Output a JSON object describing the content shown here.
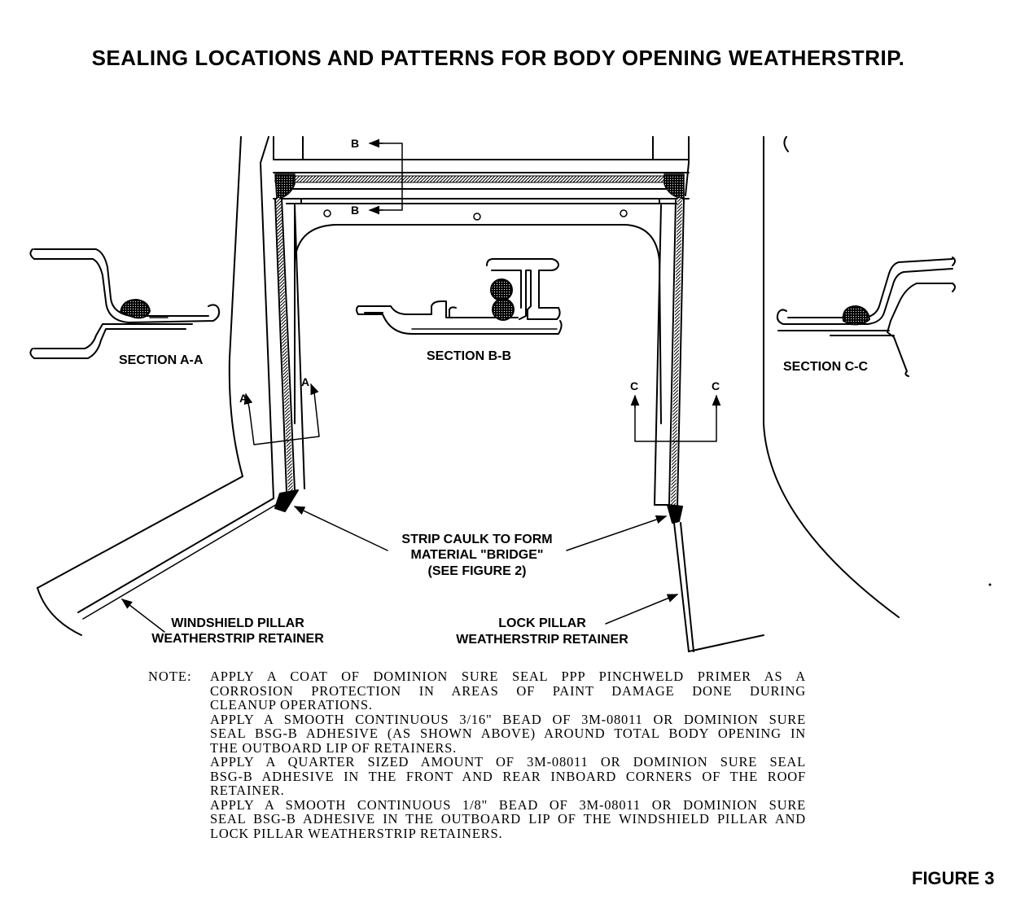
{
  "title": "SEALING LOCATIONS AND PATTERNS FOR BODY OPENING WEATHERSTRIP.",
  "labels": {
    "section_aa": "SECTION A-A",
    "section_bb": "SECTION B-B",
    "section_cc": "SECTION C-C",
    "marker_a": "A",
    "marker_b": "B",
    "marker_c": "C",
    "caulk_line1": "STRIP CAULK TO FORM",
    "caulk_line2": "MATERIAL \"BRIDGE\"",
    "caulk_line3": "(SEE FIGURE 2)",
    "windshield_line1": "WINDSHIELD PILLAR",
    "windshield_line2": "WEATHERSTRIP RETAINER",
    "lock_line1": "LOCK PILLAR",
    "lock_line2": "WEATHERSTRIP RETAINER"
  },
  "note": {
    "label": "NOTE:",
    "lines": [
      "APPLY A COAT OF DOMINION SURE SEAL PPP PINCHWELD PRIMER AS A",
      "CORROSION PROTECTION IN AREAS OF PAINT DAMAGE DONE DURING",
      "CLEANUP OPERATIONS.",
      "APPLY A SMOOTH CONTINUOUS 3/16\" BEAD OF 3M-08011 OR DOMINION SURE",
      "SEAL BSG-B ADHESIVE (AS SHOWN ABOVE) AROUND TOTAL BODY OPENING IN",
      "THE OUTBOARD LIP OF RETAINERS.",
      "APPLY A QUARTER SIZED AMOUNT OF 3M-08011 OR DOMINION SURE SEAL",
      "BSG-B ADHESIVE IN THE FRONT AND REAR INBOARD CORNERS OF THE ROOF",
      "RETAINER.",
      "APPLY A SMOOTH CONTINUOUS 1/8\" BEAD OF 3M-08011 OR DOMINION SURE",
      "SEAL BSG-B ADHESIVE IN THE OUTBOARD LIP OF THE WINDSHIELD PILLAR AND",
      "LOCK PILLAR WEATHERSTRIP RETAINERS."
    ]
  },
  "figure_label": "FIGURE 3"
}
